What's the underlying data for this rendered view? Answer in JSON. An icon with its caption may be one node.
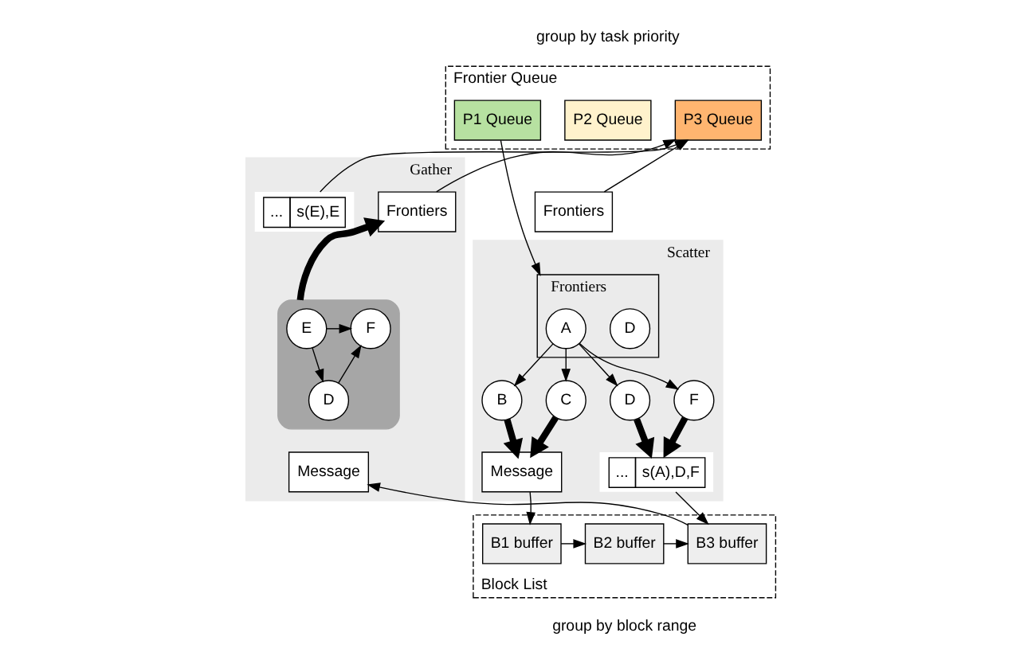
{
  "diagram": {
    "nodes": [
      {
        "text": [
          "Frontier Queue"
        ]
      },
      {
        "text": [
          "P1 Queue"
        ],
        "in": 0
      },
      {
        "text": [
          "P2 Queue"
        ],
        "in": 0
      },
      {
        "text": [
          "P3 Queue"
        ],
        "in": 0
      },
      {
        "text": [
          "Scatter"
        ]
      },
      {
        "text": [
          "Frontiers"
        ],
        "in": 4
      },
      {
        "text": [
          "A"
        ],
        "in": 5
      },
      {
        "text": [
          "D"
        ],
        "in": 5
      },
      {
        "text": [
          "B"
        ],
        "in": 4
      },
      {
        "text": [
          "C"
        ],
        "in": 4
      },
      {
        "text": [
          "D"
        ],
        "in": 4
      },
      {
        "text": [
          "F"
        ],
        "in": 4
      },
      {
        "text": [
          "Message"
        ],
        "in": 4
      },
      {
        "text": [
          "...",
          "s(A),D,F"
        ],
        "in": 4
      },
      {
        "text": [
          "Gather"
        ]
      },
      {
        "text": [
          "...",
          "s(E),E"
        ],
        "in": 14
      },
      {
        "text": [
          "Frontiers"
        ],
        "in": 14
      },
      {
        "text": [
          "Frontiers"
        ]
      },
      {
        "text": [],
        "shape": "box",
        "in": 14
      },
      {
        "text": [
          "E"
        ],
        "in": 18
      },
      {
        "text": [
          "D"
        ],
        "in": 18
      },
      {
        "text": [
          "F"
        ],
        "in": 18
      },
      {
        "text": [
          "Message"
        ],
        "in": 14
      },
      {
        "text": [
          "Block List"
        ]
      },
      {
        "text": [
          "B1 buffer"
        ],
        "in": 23
      },
      {
        "text": [
          "B2 buffer"
        ],
        "in": 23
      },
      {
        "text": [
          "B3 buffer"
        ],
        "in": 23
      }
    ],
    "edges": [
      {
        "from": 1,
        "to": 5,
        "arrow": "to"
      },
      {
        "from": 6,
        "to": 8,
        "arrow": "to"
      },
      {
        "from": 6,
        "to": 9,
        "arrow": "to"
      },
      {
        "from": 6,
        "to": 10,
        "arrow": "to"
      },
      {
        "from": 6,
        "to": 11,
        "arrow": "to"
      },
      {
        "from": 8,
        "to": 12,
        "arrow": "to",
        "style": "thick"
      },
      {
        "from": 9,
        "to": 12,
        "arrow": "to",
        "style": "thick"
      },
      {
        "from": 10,
        "to": 13,
        "arrow": "to",
        "style": "thick"
      },
      {
        "from": 11,
        "to": 13,
        "arrow": "to",
        "style": "thick"
      },
      {
        "from": 12,
        "to": 24,
        "arrow": "to"
      },
      {
        "from": 13,
        "to": 26,
        "arrow": "to"
      },
      {
        "from": 24,
        "to": 25,
        "arrow": "to"
      },
      {
        "from": 25,
        "to": 26,
        "arrow": "to"
      },
      {
        "from": 26,
        "to": 22,
        "arrow": "to"
      },
      {
        "from": 19,
        "to": 21,
        "arrow": "to"
      },
      {
        "from": 19,
        "to": 20,
        "arrow": "to"
      },
      {
        "from": 20,
        "to": 21,
        "arrow": "to"
      },
      {
        "from": 18,
        "to": 16,
        "arrow": "to",
        "style": "thick"
      },
      {
        "from": 15,
        "to": 3,
        "arrow": "to"
      },
      {
        "from": 16,
        "to": 3,
        "arrow": "to"
      },
      {
        "from": 17,
        "to": 3,
        "arrow": "to"
      }
    ],
    "labels": [
      "group by task priority",
      "group by block range"
    ]
  }
}
